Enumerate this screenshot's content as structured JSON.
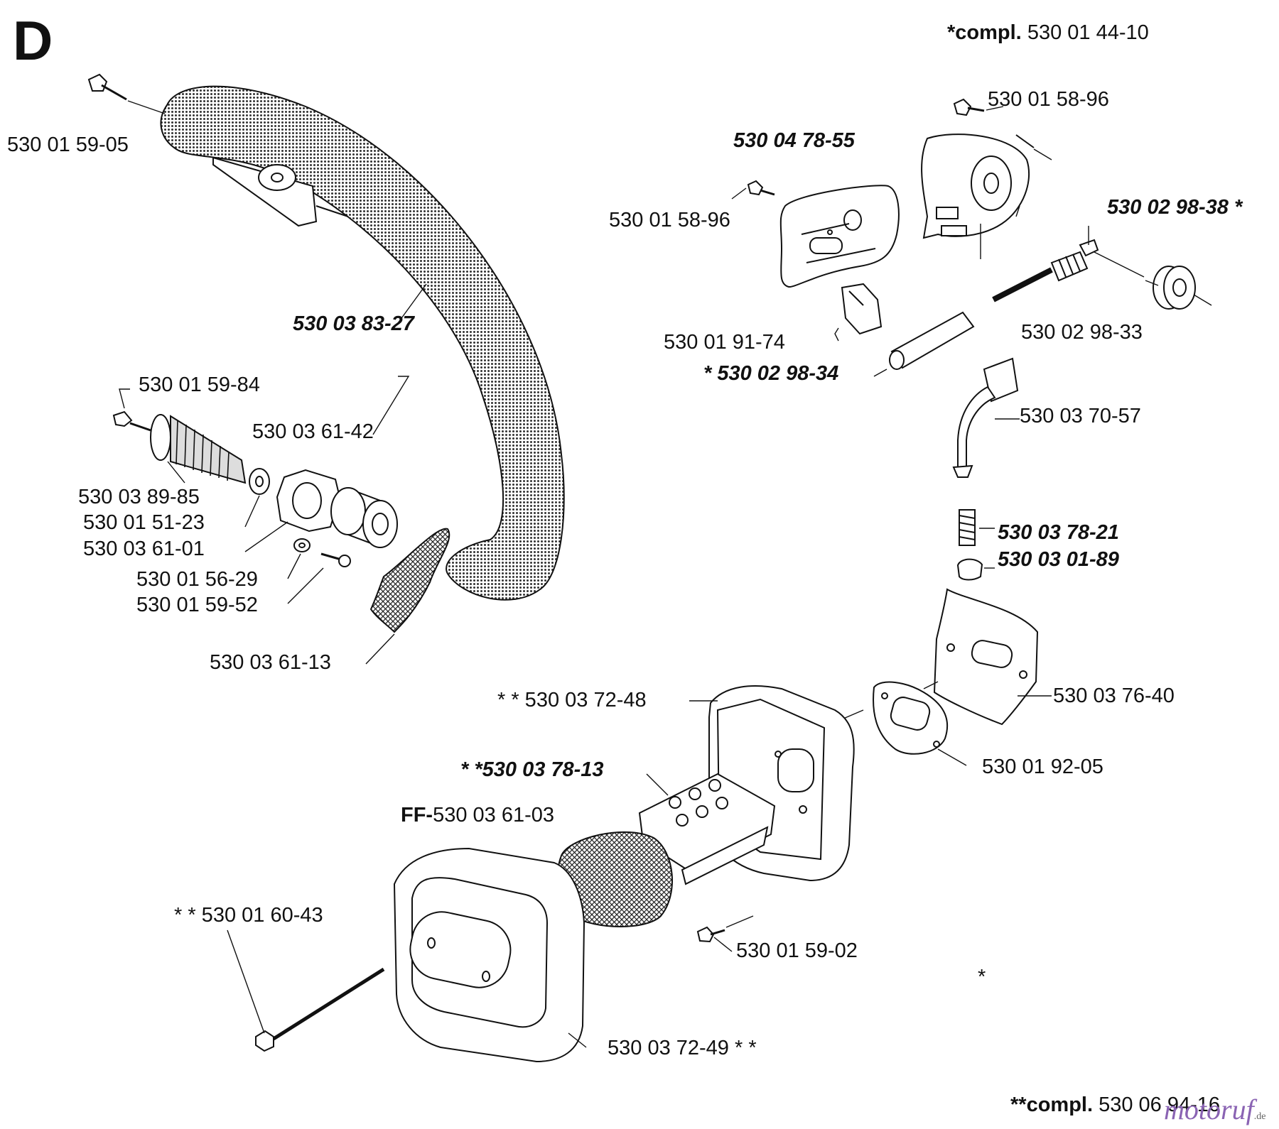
{
  "section_letter": "D",
  "compl_top": {
    "mark": "*compl.",
    "part": "530 01 44-10"
  },
  "compl_bottom": {
    "mark": "**compl.",
    "part": "530 06 94-16"
  },
  "watermark": {
    "text": "motoruf",
    "suffix": ".de"
  },
  "parts": {
    "p_530015905": "530 01 59-05",
    "p_530038327": "530 03 83-27",
    "p_530015984": "530 01 59-84",
    "p_530036142": "530 03 61-42",
    "p_530038985": "530 03 89-85",
    "p_530015123": "530 01 51-23",
    "p_530036101": "530 03 61-01",
    "p_530015629": "530 01 56-29",
    "p_530015952": "530 01 59-52",
    "p_530036113": "530 03 61-13",
    "p_530015896_top": "530 01 58-96",
    "p_530047855": "530 04 78-55",
    "p_530015896_left": "530 01 58-96",
    "p_530029838": "530 02 98-38 *",
    "p_530019174": "530 01 91-74",
    "p_530029834": "* 530 02 98-34",
    "p_530029833": "530 02 98-33",
    "p_530037057": "530 03 70-57",
    "p_530037821": "530 03 78-21",
    "p_530030189": "530 03 01-89",
    "p_530037640": "530 03 76-40",
    "p_530037248": "* * 530 03 72-48",
    "p_530019205": "530 01 92-05",
    "p_530037813": "* *530 03 78-13",
    "p_ff_prefix": "FF-",
    "p_530036103": "530 03 61-03",
    "p_530016043": "* * 530 01 60-43",
    "p_530015902": "530 01 59-02",
    "p_530037249": "530 03 72-49 * *"
  },
  "star_note": "*",
  "colors": {
    "ink": "#111111",
    "watermark": "#8a63b3"
  }
}
